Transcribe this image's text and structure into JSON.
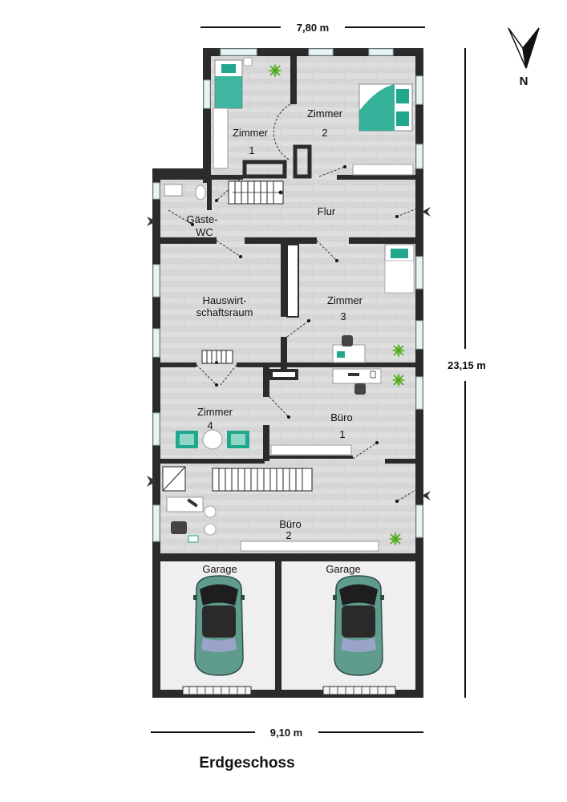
{
  "plan": {
    "title": "Erdgeschoss",
    "north_label": "N",
    "dimensions": {
      "top_width": "7,80 m",
      "bottom_width": "9,10 m",
      "height": "23,15 m"
    },
    "rooms": [
      {
        "id": "zimmer-1",
        "name": "Zimmer",
        "number": "1"
      },
      {
        "id": "zimmer-2",
        "name": "Zimmer",
        "number": "2"
      },
      {
        "id": "gaeste-wc",
        "name_line1": "Gäste-",
        "name_line2": "WC"
      },
      {
        "id": "flur",
        "name": "Flur"
      },
      {
        "id": "hauswirtschaftsraum",
        "name_line1": "Hauswirt-",
        "name_line2": "schaftsraum"
      },
      {
        "id": "zimmer-3",
        "name": "Zimmer",
        "number": "3"
      },
      {
        "id": "zimmer-4",
        "name": "Zimmer",
        "number": "4"
      },
      {
        "id": "buero-1",
        "name": "Büro",
        "number": "1"
      },
      {
        "id": "buero-2",
        "name": "Büro",
        "number": "2"
      },
      {
        "id": "garage-left",
        "name": "Garage"
      },
      {
        "id": "garage-right",
        "name": "Garage"
      }
    ],
    "colors": {
      "wall": "#2b2b2b",
      "floor": "#dcdcdc",
      "garage_floor": "#efefef",
      "furniture_accent": "#1fa88e",
      "car_body": "#5f9c8e",
      "plant": "#6cbf3a",
      "window": "#d8ecec"
    }
  }
}
